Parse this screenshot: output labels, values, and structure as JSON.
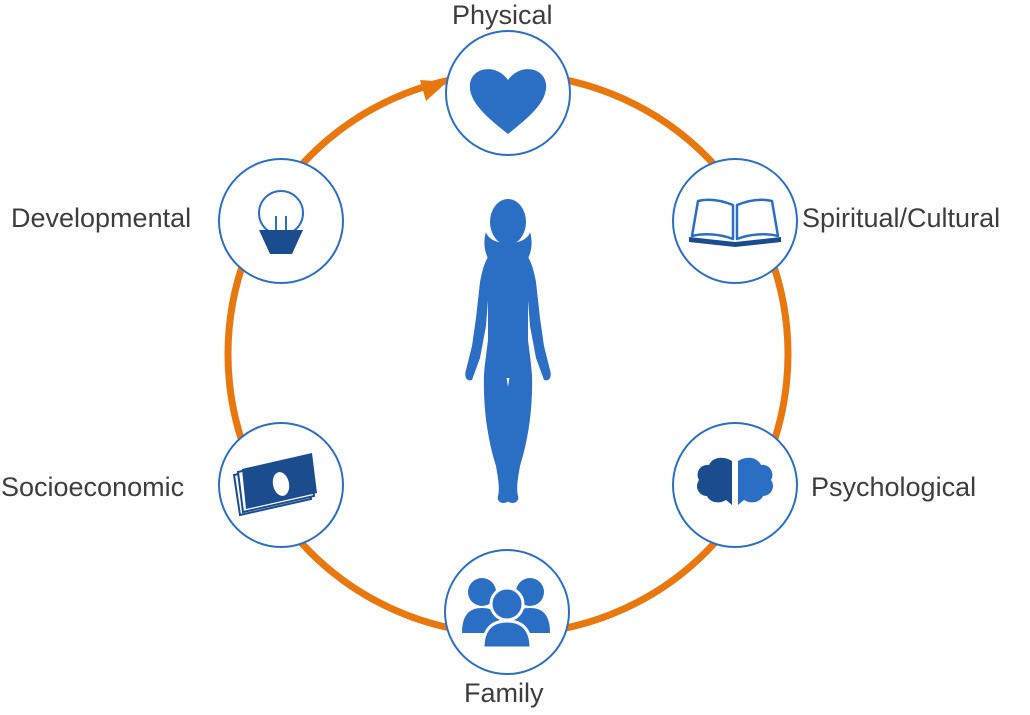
{
  "diagram": {
    "factors": {
      "physical": {
        "label": "Physical",
        "icon": "heart-icon"
      },
      "spiritual_cultural": {
        "label": "Spiritual/Cultural",
        "icon": "open-book-icon"
      },
      "psychological": {
        "label": "Psychological",
        "icon": "brain-icon"
      },
      "family": {
        "label": "Family",
        "icon": "people-group-icon"
      },
      "socioeconomic": {
        "label": "Socioeconomic",
        "icon": "money-stack-icon"
      },
      "developmental": {
        "label": "Developmental",
        "icon": "lightbulb-icon"
      }
    },
    "center_figure": "person-silhouette-icon"
  },
  "colors": {
    "cycle_ring": "#E8780E",
    "icon_blue": "#2B6FC5",
    "icon_dark_blue": "#1A4C8E",
    "label_text": "#3D3D3D"
  }
}
